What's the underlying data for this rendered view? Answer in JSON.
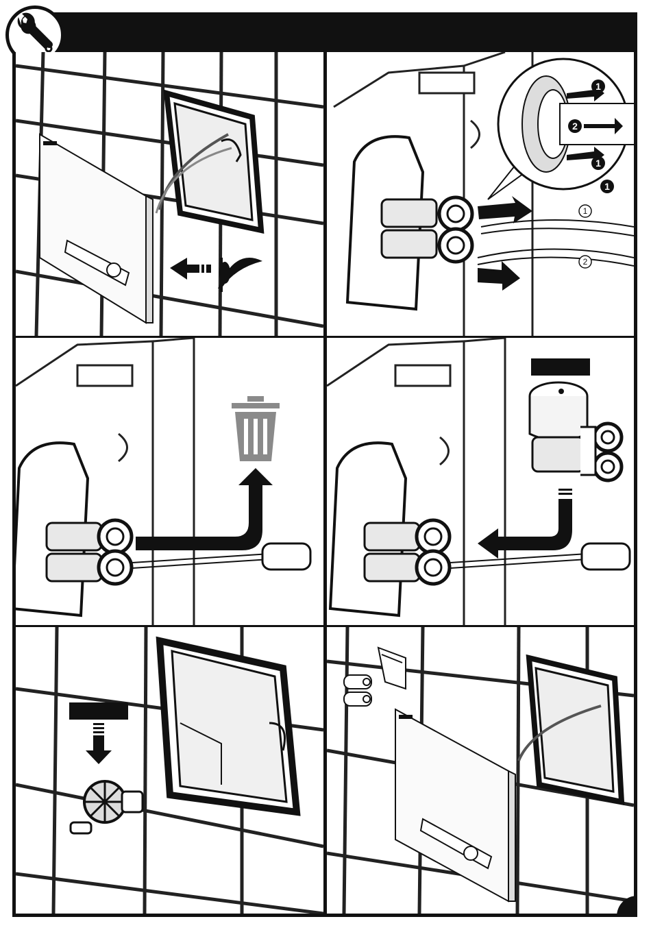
{
  "step_markers": {
    "release_collet": "1",
    "pull_tube": "2",
    "release_collet_lower": "1",
    "legend_number": "1"
  },
  "tube_labels": {
    "tube_1": "1",
    "tube_2": "2"
  },
  "icons": {
    "header": "wrench-icon",
    "discard": "trash-bin-icon",
    "view": "eye-icon"
  },
  "colors": {
    "ink": "#111111",
    "tile_line": "#222222",
    "panel_bg": "#ffffff",
    "trash_gray": "#8a8a8a",
    "device_fill": "#f4f4f4"
  }
}
